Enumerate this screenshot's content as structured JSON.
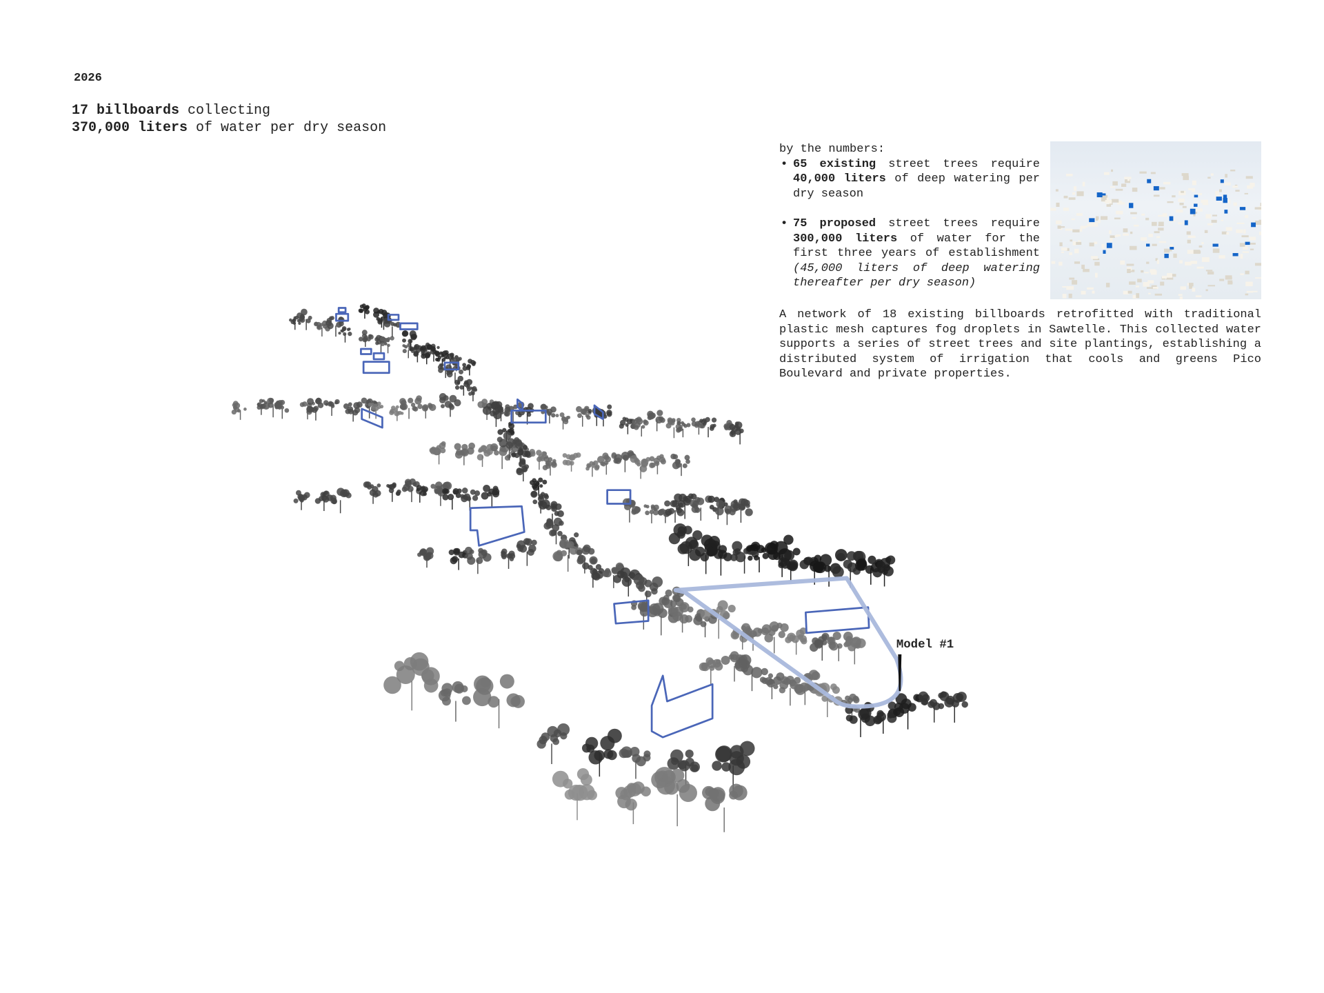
{
  "year": "2026",
  "headline": {
    "line1_bold": "17 billboards",
    "line1_rest": " collecting",
    "line2_bold": "370,000 liters",
    "line2_rest": " of water per dry season"
  },
  "numbers": {
    "intro": "by the numbers:",
    "items": [
      {
        "b1": "65 existing",
        "t1": " street trees require ",
        "b2": "40,000 liters",
        "t2": " of deep watering per dry season",
        "note": ""
      },
      {
        "b1": "75 proposed",
        "t1": " street trees require ",
        "b2": "300,000 liters",
        "t2": " of water for the first three years of establishment ",
        "note": "(45,000 liters of deep watering thereafter per dry season)"
      }
    ]
  },
  "description": "A network of 18 existing billboards retrofitted with traditional plastic mesh captures fog droplets in Sawtelle. This collected water supports a series of street trees and site plantings, establishing a distributed system of irrigation that cools and greens Pico Boulevard and private properties.",
  "map": {
    "model_label": "Model #1"
  },
  "colors": {
    "billboard": "#4a66b8",
    "route": "#a9b8dc",
    "model_blue": "#1565c8"
  }
}
